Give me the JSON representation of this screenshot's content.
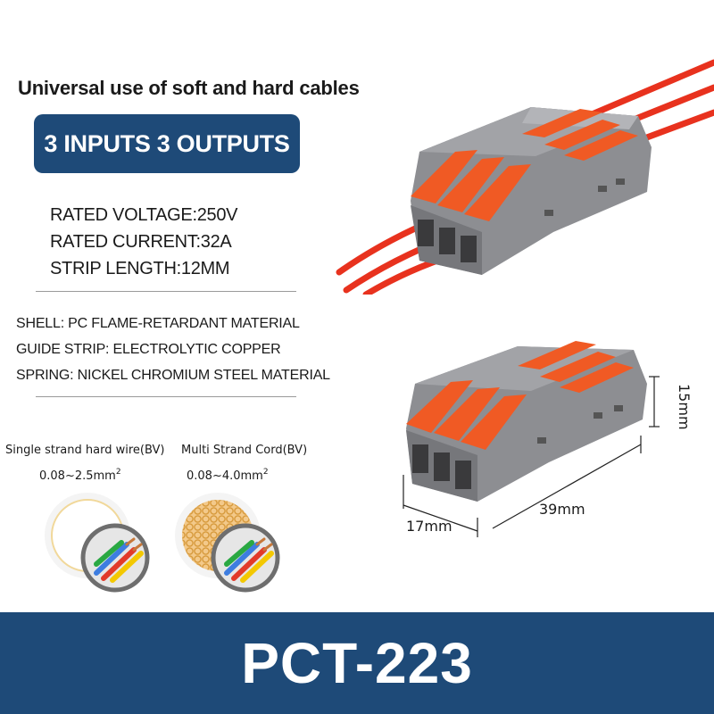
{
  "headline": "Universal use of soft and hard cables",
  "badge": "3 INPUTS 3 OUTPUTS",
  "ratings": [
    "RATED VOLTAGE:250V",
    "RATED CURRENT:32A",
    "STRIP LENGTH:12MM"
  ],
  "specs": [
    "SHELL: PC FLAME-RETARDANT MATERIAL",
    "GUIDE STRIP: ELECTROLYTIC COPPER",
    "SPRING: NICKEL CHROMIUM STEEL MATERIAL"
  ],
  "wires": {
    "hard": {
      "label": "Single strand hard wire(BV)",
      "range": "0.08~2.5mm",
      "sup": "2"
    },
    "multi": {
      "label": "Multi Strand Cord(BV)",
      "range": "0.08~4.0mm",
      "sup": "2"
    }
  },
  "dimensions": {
    "height": "15mm",
    "length": "39mm",
    "width": "17mm"
  },
  "model": "PCT-223",
  "colors": {
    "accent_blue": "#1e4a78",
    "housing_gray": "#8c8c8f",
    "lever_orange": "#f05a24",
    "wire_red": "#e8321e"
  },
  "icons": [
    "connector-product-photo",
    "solid-wire-cross-section-icon",
    "stranded-wire-cross-section-icon",
    "dimension-arrow"
  ]
}
